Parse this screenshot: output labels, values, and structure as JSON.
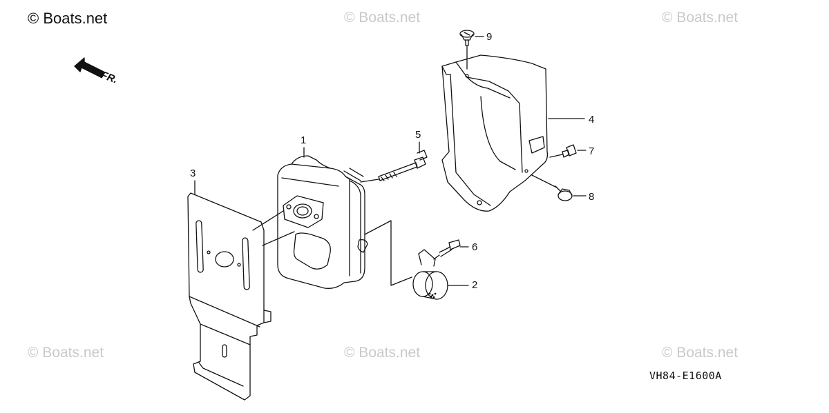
{
  "brand": "© Boats.net",
  "watermarks": [
    "© Boats.net",
    "© Boats.net",
    "© Boats.net",
    "© Boats.net",
    "© Boats.net"
  ],
  "direction": {
    "label": "FR."
  },
  "diagram_code": "VH84-E1600A",
  "callouts": [
    "1",
    "2",
    "3",
    "4",
    "5",
    "6",
    "7",
    "8",
    "9"
  ],
  "colors": {
    "line": "#111111",
    "watermark": "#c9c9c9",
    "background": "#ffffff"
  }
}
